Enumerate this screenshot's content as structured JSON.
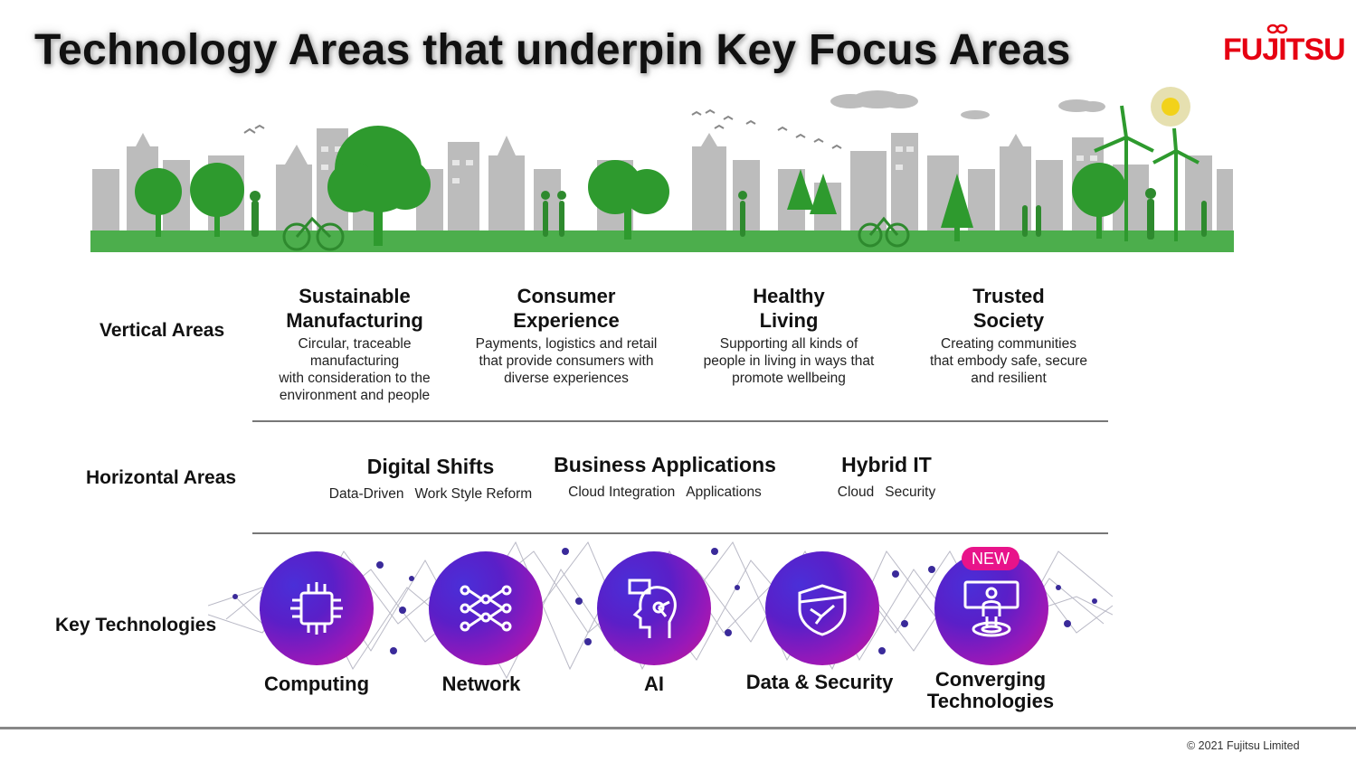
{
  "title": "Technology Areas that underpin Key Focus Areas",
  "logo": {
    "text": "FUJITSU",
    "color": "#e60012"
  },
  "rows": {
    "vertical_label": "Vertical Areas",
    "horizontal_label": "Horizontal Areas",
    "key_label": "Key Technologies"
  },
  "vertical": [
    {
      "title_1": "Sustainable",
      "title_2": "Manufacturing",
      "desc": [
        "Circular, traceable",
        "manufacturing",
        "with consideration to the",
        "environment and people"
      ]
    },
    {
      "title_1": "Consumer",
      "title_2": "Experience",
      "desc": [
        "Payments, logistics and retail",
        "that provide consumers with",
        "diverse experiences"
      ]
    },
    {
      "title_1": "Healthy",
      "title_2": "Living",
      "desc": [
        "Supporting all kinds of",
        "people in living in ways that",
        "promote wellbeing"
      ]
    },
    {
      "title_1": "Trusted",
      "title_2": "Society",
      "desc": [
        "Creating communities",
        "that embody safe, secure",
        "and resilient"
      ]
    }
  ],
  "horizontal": [
    {
      "title": "Digital Shifts",
      "subs": [
        "Data-Driven",
        "Work Style Reform"
      ]
    },
    {
      "title": "Business Applications",
      "subs": [
        "Cloud Integration",
        "Applications"
      ]
    },
    {
      "title": "Hybrid IT",
      "subs": [
        "Cloud",
        "Security"
      ]
    }
  ],
  "technologies": [
    {
      "label": "Computing",
      "icon": "chip-icon"
    },
    {
      "label": "Network",
      "icon": "network-icon"
    },
    {
      "label": "AI",
      "icon": "ai-head-icon"
    },
    {
      "label": "Data & Security",
      "icon": "shield-icon"
    },
    {
      "label_1": "Converging",
      "label_2": "Technologies",
      "icon": "person-target-icon",
      "badge": "NEW"
    }
  ],
  "colors": {
    "accent_start": "#4a2fd8",
    "accent_end": "#c81a8a",
    "badge": "#e8138a",
    "tree_green": "#2e9a2e",
    "building_gray": "#b8b8b8"
  },
  "copyright": "© 2021 Fujitsu Limited"
}
